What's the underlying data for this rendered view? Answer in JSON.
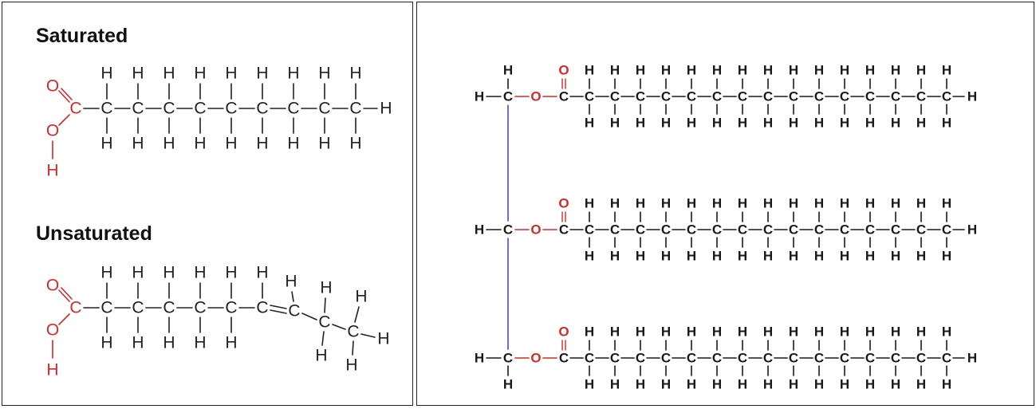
{
  "left_panel": {
    "saturated_title": "Saturated",
    "unsaturated_title": "Unsaturated"
  },
  "atoms": {
    "carbon": "C",
    "hydrogen": "H",
    "oxygen": "O"
  },
  "colors": {
    "oxygen": "#d42a2a",
    "bond": "#222222",
    "atom": "#1a1a1a",
    "glycerol_backbone": "#4a4acc"
  },
  "molecules": {
    "saturated": {
      "chain_carbons": 9,
      "double_bonds": 0,
      "head": "carboxyl"
    },
    "unsaturated": {
      "chain_carbons": 9,
      "double_bonds": 1,
      "double_bond_after_carbon": 6,
      "head": "carboxyl"
    },
    "triglyceride": {
      "glycerol_carbons": 3,
      "chains": 3,
      "chain_carbons_each": 15,
      "link": "ester"
    }
  }
}
